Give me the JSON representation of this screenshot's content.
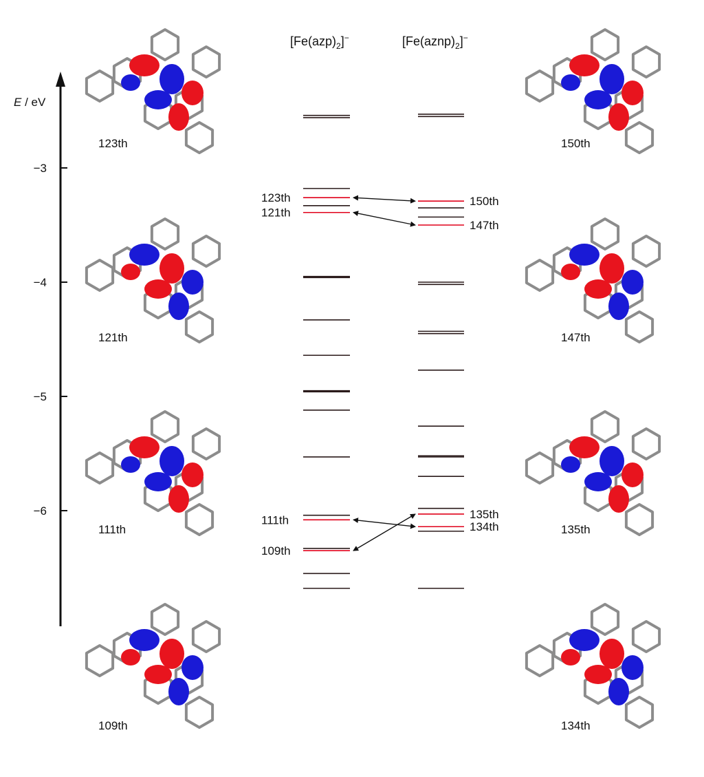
{
  "axis": {
    "label_italic": "E",
    "label_rest": " / eV",
    "ticks": [
      {
        "value": -3,
        "label": "−3"
      },
      {
        "value": -4,
        "label": "−4"
      },
      {
        "value": -5,
        "label": "−5"
      },
      {
        "value": -6,
        "label": "−6"
      }
    ]
  },
  "columns": {
    "azp": {
      "prefix": "[Fe(azp)",
      "sub": "2",
      "suffix": "]",
      "sup": "−"
    },
    "aznp": {
      "prefix": "[Fe(aznp)",
      "sub": "2",
      "suffix": "]",
      "sup": "−"
    }
  },
  "colors": {
    "level": "#2a1a1a",
    "highlight": "#e0001a",
    "orbital_positive": "#e8141e",
    "orbital_negative": "#1a1ad6",
    "skeleton": "#8c8c8c"
  },
  "chart_data": {
    "type": "energy-level-diagram",
    "ylabel": "E / eV",
    "ylim": [
      -6.95,
      -2.1
    ],
    "series": [
      {
        "name": "[Fe(azp)2]−",
        "levels": [
          {
            "energy": -2.54
          },
          {
            "energy": -2.56
          },
          {
            "energy": -3.18
          },
          {
            "energy": -3.26,
            "label": "123th",
            "highlight": true
          },
          {
            "energy": -3.33
          },
          {
            "energy": -3.39,
            "label": "121th",
            "highlight": true
          },
          {
            "energy": -3.95
          },
          {
            "energy": -3.96
          },
          {
            "energy": -4.33
          },
          {
            "energy": -4.64
          },
          {
            "energy": -4.95
          },
          {
            "energy": -4.96
          },
          {
            "energy": -5.12
          },
          {
            "energy": -5.53
          },
          {
            "energy": -6.04
          },
          {
            "energy": -6.08,
            "label": "111th",
            "highlight": true
          },
          {
            "energy": -6.33
          },
          {
            "energy": -6.35,
            "label": "109th",
            "highlight": true
          },
          {
            "energy": -6.55
          },
          {
            "energy": -6.68
          }
        ]
      },
      {
        "name": "[Fe(aznp)2]−",
        "levels": [
          {
            "energy": -2.53
          },
          {
            "energy": -2.55
          },
          {
            "energy": -3.29,
            "label": "150th",
            "highlight": true
          },
          {
            "energy": -3.35
          },
          {
            "energy": -3.43
          },
          {
            "energy": -3.5,
            "label": "147th",
            "highlight": true
          },
          {
            "energy": -4.0
          },
          {
            "energy": -4.02
          },
          {
            "energy": -4.43
          },
          {
            "energy": -4.45
          },
          {
            "energy": -4.77
          },
          {
            "energy": -5.26
          },
          {
            "energy": -5.52
          },
          {
            "energy": -5.53
          },
          {
            "energy": -5.7
          },
          {
            "energy": -5.98
          },
          {
            "energy": -6.03,
            "label": "135th",
            "highlight": true
          },
          {
            "energy": -6.14,
            "label": "134th",
            "highlight": true
          },
          {
            "energy": -6.18
          },
          {
            "energy": -6.68
          }
        ]
      }
    ],
    "correlations": [
      {
        "from": "123th",
        "to": "150th"
      },
      {
        "from": "121th",
        "to": "147th"
      },
      {
        "from": "111th",
        "to": "134th"
      },
      {
        "from": "109th",
        "to": "135th"
      }
    ]
  },
  "orbitals": [
    {
      "label": "123th",
      "side": "left"
    },
    {
      "label": "121th",
      "side": "left"
    },
    {
      "label": "111th",
      "side": "left"
    },
    {
      "label": "109th",
      "side": "left"
    },
    {
      "label": "150th",
      "side": "right"
    },
    {
      "label": "147th",
      "side": "right"
    },
    {
      "label": "135th",
      "side": "right"
    },
    {
      "label": "134th",
      "side": "right"
    }
  ]
}
